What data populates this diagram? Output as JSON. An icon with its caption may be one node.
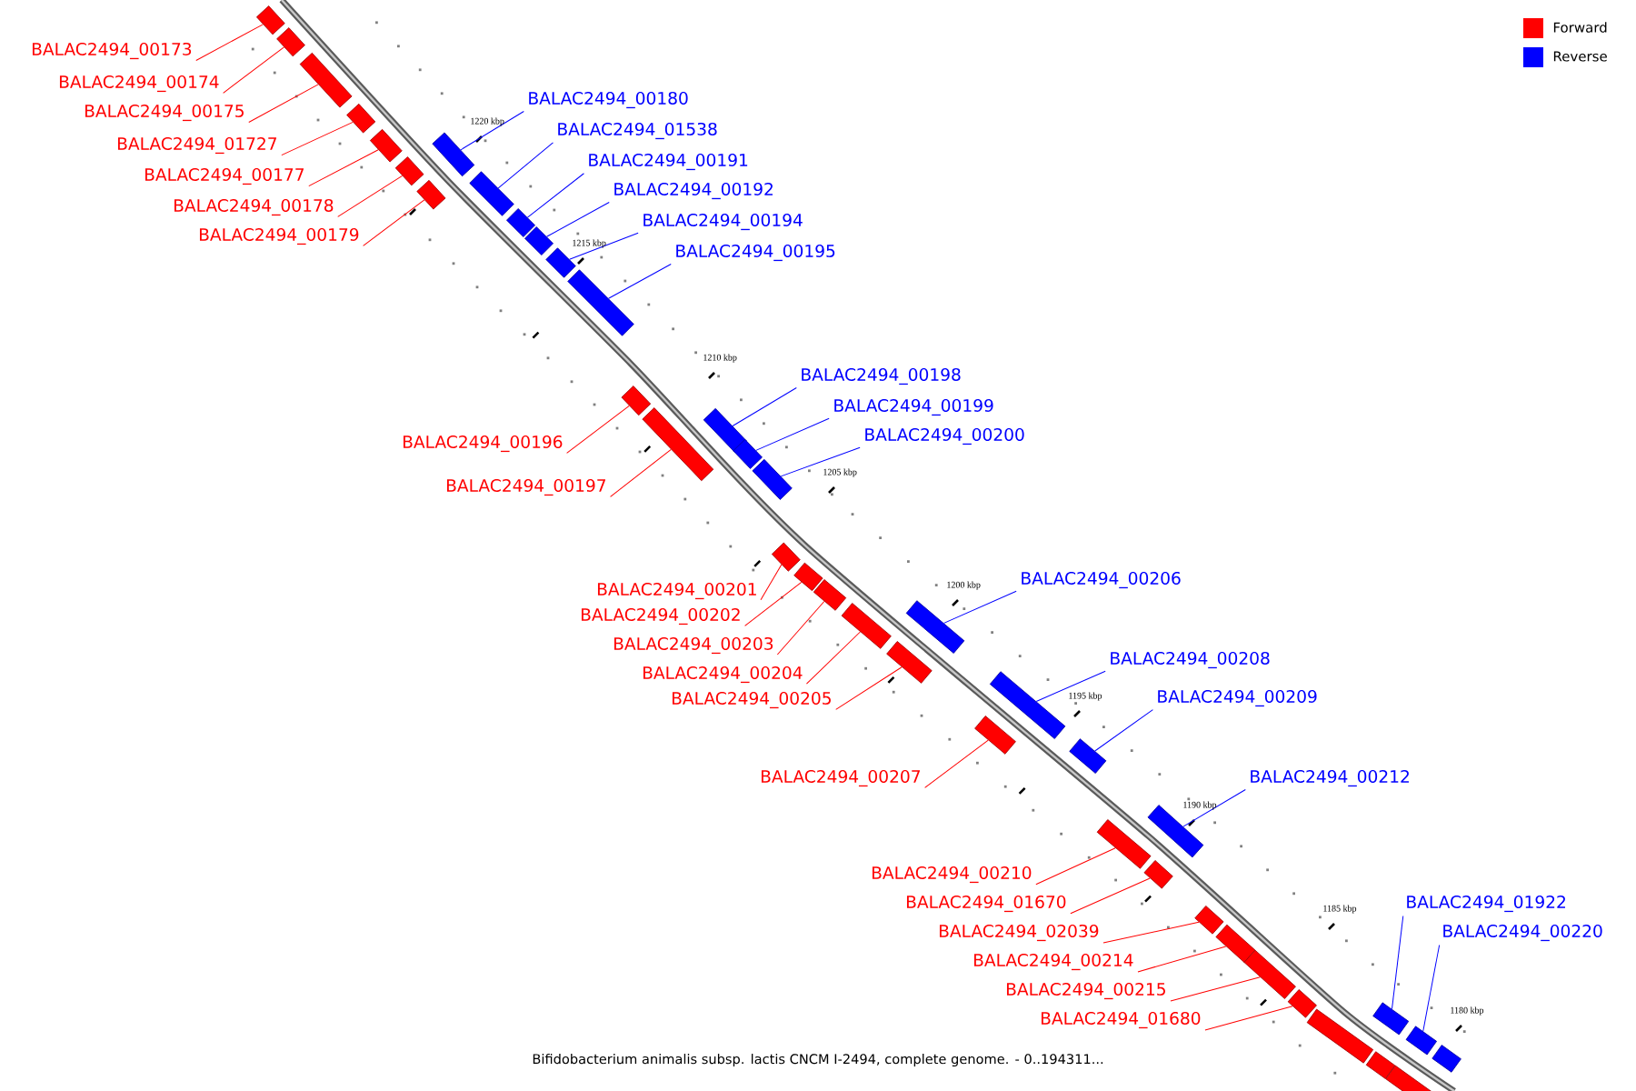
{
  "diagram": {
    "caption": "Bifidobacterium animalis subsp. lactis CNCM I-2494, complete genome. - 0..194311...",
    "nodes": [
      {
        "text": [
          "BALAC2494_00173"
        ]
      },
      {
        "text": [
          "BALAC2494_00174"
        ]
      },
      {
        "text": [
          "BALAC2494_00180"
        ]
      },
      {
        "text": [
          "BALAC2494_00175"
        ]
      },
      {
        "text": [
          "BALAC2494_01538"
        ]
      },
      {
        "text": [
          "BALAC2494_01727"
        ]
      },
      {
        "text": [
          "BALAC2494_00191"
        ]
      },
      {
        "text": [
          "BALAC2494_00177"
        ]
      },
      {
        "text": [
          "BALAC2494_00192"
        ]
      },
      {
        "text": [
          "BALAC2494_00178"
        ]
      },
      {
        "text": [
          "BALAC2494_00194"
        ]
      },
      {
        "text": [
          "BALAC2494_00179"
        ]
      },
      {
        "text": [
          "BALAC2494_00195"
        ]
      },
      {
        "text": [
          "BALAC2494_00198"
        ]
      },
      {
        "text": [
          "BALAC2494_00199"
        ]
      },
      {
        "text": [
          "BALAC2494_00200"
        ]
      },
      {
        "text": [
          "BALAC2494_00196"
        ]
      },
      {
        "text": [
          "BALAC2494_00197"
        ]
      },
      {
        "text": [
          "BALAC2494_00206"
        ]
      },
      {
        "text": [
          "BALAC2494_00201"
        ]
      },
      {
        "text": [
          "BALAC2494_00202"
        ]
      },
      {
        "text": [
          "BALAC2494_00203"
        ]
      },
      {
        "text": [
          "BALAC2494_00208"
        ]
      },
      {
        "text": [
          "BALAC2494_00204"
        ]
      },
      {
        "text": [
          "BALAC2494_00209"
        ]
      },
      {
        "text": [
          "BALAC2494_00205"
        ]
      },
      {
        "text": [
          "BALAC2494_00207"
        ]
      },
      {
        "text": [
          "BALAC2494_00212"
        ]
      },
      {
        "text": [
          "BALAC2494_00210"
        ]
      },
      {
        "text": [
          "BALAC2494_01670"
        ]
      },
      {
        "text": [
          "BALAC2494_01922"
        ]
      },
      {
        "text": [
          "BALAC2494_02039"
        ]
      },
      {
        "text": [
          "BALAC2494_00220"
        ]
      },
      {
        "text": [
          "BALAC2494_00214"
        ]
      },
      {
        "text": [
          "BALAC2494_00215"
        ]
      },
      {
        "text": [
          "BALAC2494_01680"
        ]
      },
      {
        "text": [],
        "shape": "box"
      },
      {
        "text": [],
        "shape": "box"
      },
      {
        "text": [],
        "shape": "box"
      },
      {
        "text": [],
        "shape": "box"
      },
      {
        "text": [],
        "shape": "box"
      },
      {
        "text": [],
        "shape": "box"
      },
      {
        "text": [],
        "shape": "box"
      },
      {
        "text": [],
        "shape": "box"
      },
      {
        "text": [],
        "shape": "box"
      },
      {
        "text": [],
        "shape": "box"
      },
      {
        "text": [],
        "shape": "box"
      },
      {
        "text": [],
        "shape": "box"
      },
      {
        "text": [],
        "shape": "box"
      },
      {
        "text": [],
        "shape": "box"
      },
      {
        "text": [],
        "shape": "box"
      },
      {
        "text": [],
        "shape": "box"
      },
      {
        "text": [],
        "shape": "box"
      },
      {
        "text": [],
        "shape": "box"
      },
      {
        "text": [],
        "shape": "box"
      },
      {
        "text": [],
        "shape": "box"
      },
      {
        "text": [],
        "shape": "box"
      },
      {
        "text": [],
        "shape": "box"
      },
      {
        "text": [],
        "shape": "box"
      },
      {
        "text": [],
        "shape": "box"
      },
      {
        "text": [],
        "shape": "box"
      },
      {
        "text": [],
        "shape": "box"
      },
      {
        "text": [],
        "shape": "box"
      },
      {
        "text": [],
        "shape": "box"
      },
      {
        "text": [],
        "shape": "box"
      },
      {
        "text": [],
        "shape": "box"
      },
      {
        "text": [],
        "shape": "box"
      },
      {
        "text": [],
        "shape": "box"
      },
      {
        "text": [],
        "shape": "box"
      },
      {
        "text": [],
        "shape": "box"
      },
      {
        "text": [],
        "shape": "box"
      },
      {
        "text": [],
        "shape": "box"
      },
      {
        "text": [],
        "shape": "box"
      },
      {
        "text": [],
        "shape": "box"
      },
      {
        "text": [],
        "shape": "box"
      },
      {
        "text": [],
        "shape": "box"
      }
    ],
    "edges": [
      {
        "from": 0,
        "to": 36,
        "arrow": "none",
        "color": "#ff0000"
      },
      {
        "from": 1,
        "to": 37,
        "arrow": "none",
        "color": "#ff0000"
      },
      {
        "from": 2,
        "to": 42,
        "arrow": "none",
        "color": "#0000ff"
      },
      {
        "from": 3,
        "to": 38,
        "arrow": "none",
        "color": "#ff0000"
      },
      {
        "from": 4,
        "to": 44,
        "arrow": "none",
        "color": "#0000ff"
      },
      {
        "from": 5,
        "to": 39,
        "arrow": "none",
        "color": "#ff0000"
      },
      {
        "from": 6,
        "to": 45,
        "arrow": "none",
        "color": "#0000ff"
      },
      {
        "from": 7,
        "to": 40,
        "arrow": "none",
        "color": "#ff0000"
      },
      {
        "from": 8,
        "to": 46,
        "arrow": "none",
        "color": "#0000ff"
      },
      {
        "from": 9,
        "to": 41,
        "arrow": "none",
        "color": "#ff0000"
      },
      {
        "from": 10,
        "to": 47,
        "arrow": "none",
        "color": "#0000ff"
      },
      {
        "from": 11,
        "to": 43,
        "arrow": "none",
        "color": "#ff0000"
      },
      {
        "from": 12,
        "to": 48,
        "arrow": "none",
        "color": "#0000ff"
      },
      {
        "from": 13,
        "to": 51,
        "arrow": "none",
        "color": "#0000ff"
      },
      {
        "from": 14,
        "to": 52,
        "arrow": "none",
        "color": "#0000ff"
      },
      {
        "from": 15,
        "to": 53,
        "arrow": "none",
        "color": "#0000ff"
      },
      {
        "from": 16,
        "to": 49,
        "arrow": "none",
        "color": "#ff0000"
      },
      {
        "from": 17,
        "to": 50,
        "arrow": "none",
        "color": "#ff0000"
      },
      {
        "from": 18,
        "to": 58,
        "arrow": "none",
        "color": "#0000ff"
      },
      {
        "from": 19,
        "to": 54,
        "arrow": "none",
        "color": "#ff0000"
      },
      {
        "from": 20,
        "to": 55,
        "arrow": "none",
        "color": "#ff0000"
      },
      {
        "from": 21,
        "to": 56,
        "arrow": "none",
        "color": "#ff0000"
      },
      {
        "from": 22,
        "to": 61,
        "arrow": "none",
        "color": "#0000ff"
      },
      {
        "from": 23,
        "to": 57,
        "arrow": "none",
        "color": "#ff0000"
      },
      {
        "from": 24,
        "to": 62,
        "arrow": "none",
        "color": "#0000ff"
      },
      {
        "from": 25,
        "to": 59,
        "arrow": "none",
        "color": "#ff0000"
      },
      {
        "from": 26,
        "to": 60,
        "arrow": "none",
        "color": "#ff0000"
      },
      {
        "from": 27,
        "to": 64,
        "arrow": "none",
        "color": "#0000ff"
      },
      {
        "from": 28,
        "to": 63,
        "arrow": "none",
        "color": "#ff0000"
      },
      {
        "from": 29,
        "to": 65,
        "arrow": "none",
        "color": "#ff0000"
      },
      {
        "from": 30,
        "to": 71,
        "arrow": "none",
        "color": "#0000ff"
      },
      {
        "from": 31,
        "to": 66,
        "arrow": "none",
        "color": "#ff0000"
      },
      {
        "from": 32,
        "to": 73,
        "arrow": "none",
        "color": "#0000ff"
      },
      {
        "from": 33,
        "to": 67,
        "arrow": "none",
        "color": "#ff0000"
      },
      {
        "from": 34,
        "to": 68,
        "arrow": "none",
        "color": "#ff0000"
      },
      {
        "from": 35,
        "to": 69,
        "arrow": "none",
        "color": "#ff0000"
      }
    ],
    "labels": [
      "1220 kbp",
      "1215 kbp",
      "1210 kbp",
      "1205 kbp",
      "1200 kbp",
      "1195 kbp",
      "1190 kbp",
      "1185 kbp",
      "1180 kbp"
    ],
    "legend": [
      {
        "text": "Forward",
        "color": "#ff0000"
      },
      {
        "text": "Reverse",
        "color": "#0000ff"
      }
    ]
  }
}
